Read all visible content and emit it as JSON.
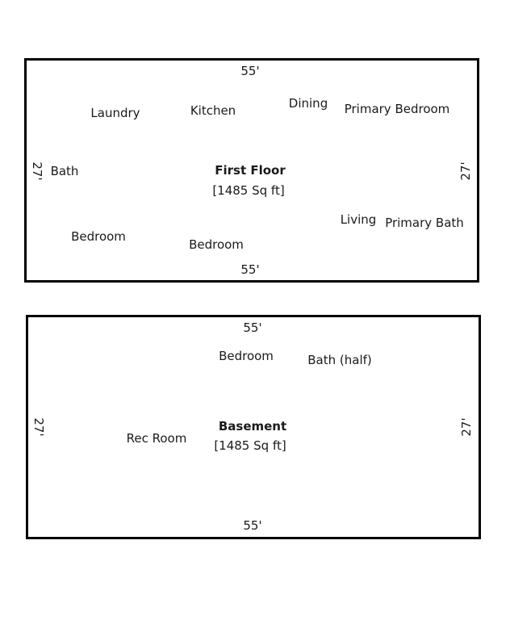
{
  "first_floor": {
    "title": "First Floor",
    "area": "[1485 Sq ft]",
    "width_label_top": "55'",
    "width_label_bottom": "55'",
    "depth_label_left": "27'",
    "depth_label_right": "27'",
    "rooms": {
      "laundry": "Laundry",
      "kitchen": "Kitchen",
      "dining": "Dining",
      "primary_bedroom": "Primary Bedroom",
      "bath": "Bath",
      "living": "Living",
      "primary_bath": "Primary Bath",
      "bedroom_1": "Bedroom",
      "bedroom_2": "Bedroom"
    }
  },
  "basement": {
    "title": "Basement",
    "area": "[1485 Sq ft]",
    "width_label_top": "55'",
    "width_label_bottom": "55'",
    "depth_label_left": "27'",
    "depth_label_right": "27'",
    "rooms": {
      "bedroom": "Bedroom",
      "bath_half": "Bath (half)",
      "rec_room": "Rec Room"
    }
  }
}
